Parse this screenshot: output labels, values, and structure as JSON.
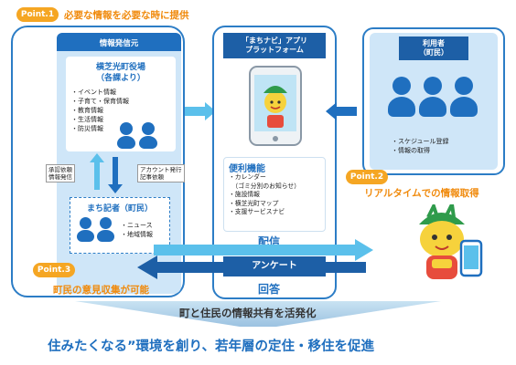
{
  "point1": {
    "badge": "Point.1",
    "text": "必要な情報を必要な時に提供"
  },
  "point2": {
    "badge": "Point.2",
    "text": "リアルタイムでの情報取得"
  },
  "point3": {
    "badge": "Point.3",
    "text": "町民の意見収集が可能"
  },
  "left": {
    "title": "情報発信元",
    "office_title": "横芝光町役場",
    "office_subtitle": "（各課より）",
    "office_items": [
      "・イベント情報",
      "・子育て・保育情報",
      "・教育情報",
      "・生活情報",
      "・防災情報"
    ],
    "label_left": [
      "承認依頼",
      "情報発信"
    ],
    "label_right": [
      "アカウント発行",
      "記事依頼"
    ],
    "reporter_title": "まち記者（町民）",
    "reporter_items": [
      "・ニュース",
      "・地域情報"
    ]
  },
  "center": {
    "title": [
      "「まちナビ」アプリ",
      "プラットフォーム"
    ],
    "features_title": "便利機能",
    "features": [
      "・カレンダー",
      "　（ゴミ分別のお知らせ）",
      "・施設情報",
      "・横芝光町マップ",
      "・支援サービスナビ"
    ],
    "deliver": "配信",
    "survey": "アンケート",
    "answer": "回答"
  },
  "right": {
    "title": [
      "利用者",
      "（町民）"
    ],
    "items": [
      "・スケジュール登録",
      "・情報の取得"
    ]
  },
  "bottom": {
    "line1": "町と住民の情報共有を活発化",
    "line2": "住みたくなる”環境を創り、若年層の定住・移住を促進"
  },
  "colors": {
    "primary": "#1f6fbf",
    "dark": "#1d5fa6",
    "arrow": "#5bc0eb",
    "accent": "#f5a623",
    "panel": "#cfe6f8"
  }
}
